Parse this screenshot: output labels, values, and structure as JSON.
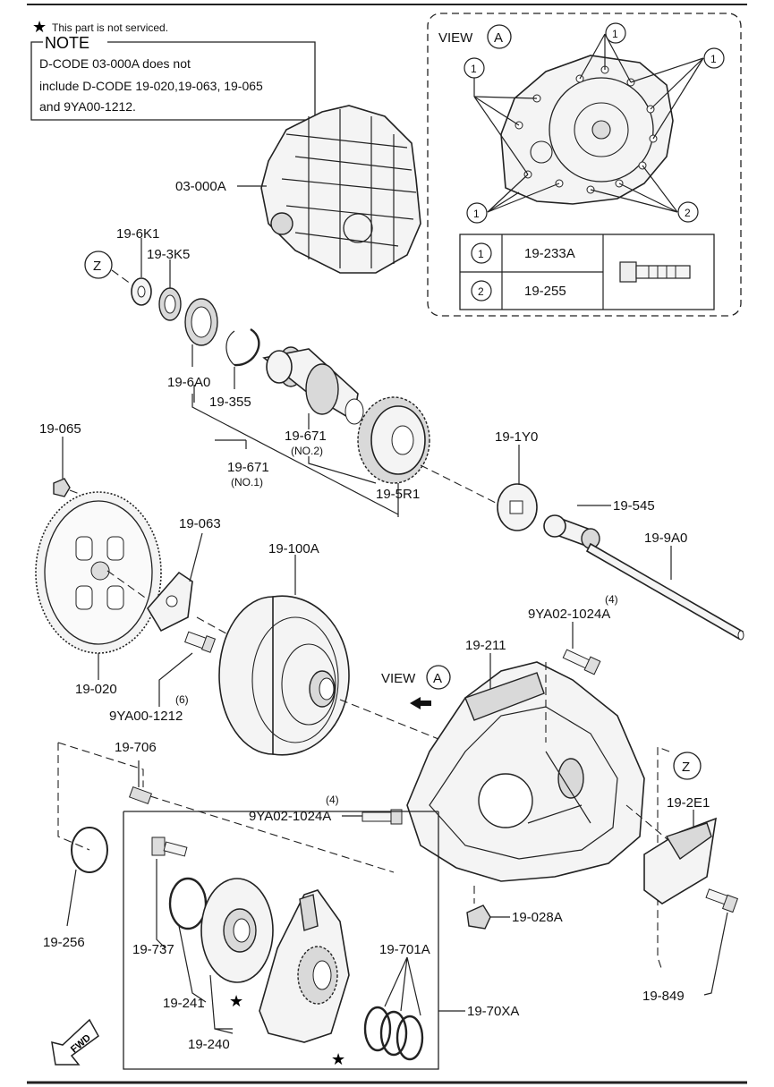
{
  "note": {
    "star_legend": "This part is not serviced.",
    "title": "NOTE",
    "lines": [
      "D-CODE 03-000A does not",
      "include D-CODE 19-020,19-063, 19-065",
      "and 9YA00-1212."
    ]
  },
  "view_a": {
    "title": "VIEW",
    "letter": "A",
    "table": [
      {
        "num": "1",
        "code": "19-233A"
      },
      {
        "num": "2",
        "code": "19-255"
      }
    ],
    "callouts": [
      "1",
      "1",
      "1",
      "1",
      "2"
    ]
  },
  "labels": {
    "l03000A": "03-000A",
    "l196K1": "19-6K1",
    "l193K5": "19-3K5",
    "z1": "Z",
    "l196A0": "19-6A0",
    "l19355": "19-355",
    "l19671_2": "19-671",
    "l19671_2sub": "(NO.2)",
    "l19671_1": "19-671",
    "l19671_1sub": "(NO.1)",
    "l195R1": "19-5R1",
    "l191Y0": "19-1Y0",
    "l19545": "19-545",
    "l199A0": "19-9A0",
    "l19065": "19-065",
    "l19063": "19-063",
    "l19100A": "19-100A",
    "l19020": "19-020",
    "l9YA00": "9YA00-1212",
    "l9YA00q": "(6)",
    "l9YA02a": "9YA02-1024A",
    "l9YA02aq": "(4)",
    "l19211": "19-211",
    "viewA2": "VIEW",
    "viewA2letter": "A",
    "l19706": "19-706",
    "z2": "Z",
    "l9YA02b": "9YA02-1024A",
    "l9YA02bq": "(4)",
    "l192E1": "19-2E1",
    "l19256": "19-256",
    "l19028A": "19-028A",
    "l19737": "19-737",
    "l19701A": "19-701A",
    "l19241": "19-241",
    "l1970XA": "19-70XA",
    "l19849": "19-849",
    "l19240": "19-240",
    "fwd": "FWD"
  }
}
